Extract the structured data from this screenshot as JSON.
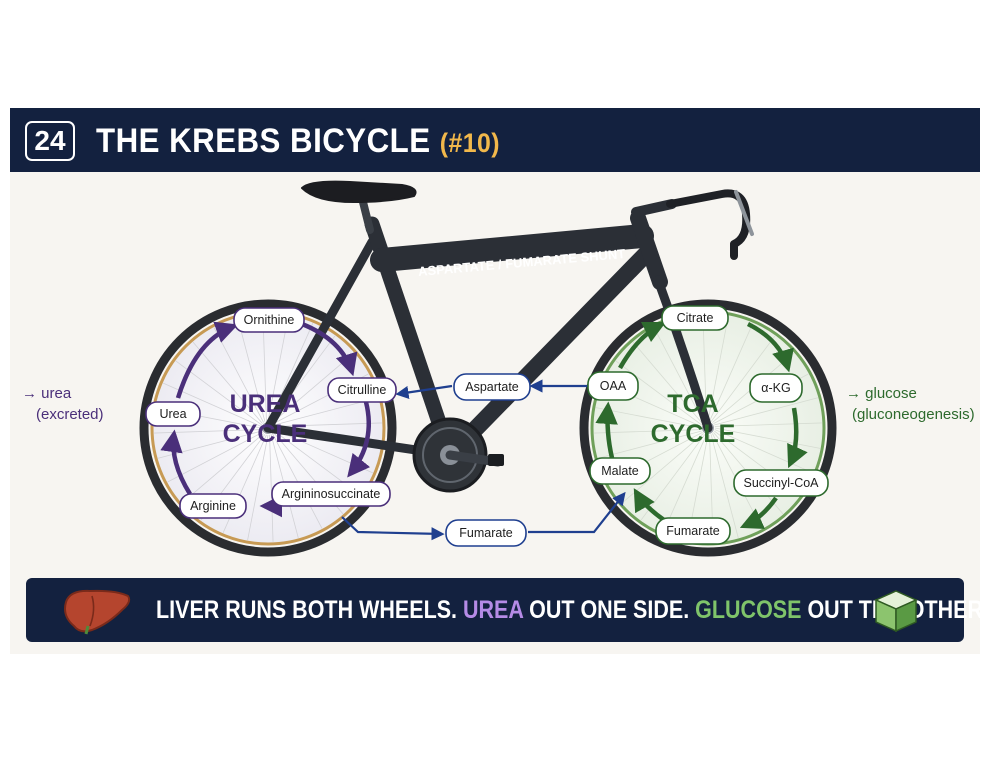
{
  "header": {
    "number": "24",
    "title": "THE KREBS BICYCLE",
    "tag": "(#10)"
  },
  "frame_label": "ASPARTATE / FUMARATE SHUNT",
  "urea_cycle": {
    "title_line1": "UREA",
    "title_line2": "CYCLE",
    "color": "#4a2f7a",
    "nodes": {
      "ornithine": "Ornithine",
      "citrulline": "Citrulline",
      "argininosuccinate": "Argininosuccinate",
      "arginine": "Arginine",
      "urea": "Urea"
    }
  },
  "tca_cycle": {
    "title_line1": "TCA",
    "title_line2": "CYCLE",
    "color": "#2d6a2d",
    "nodes": {
      "citrate": "Citrate",
      "akg": "α-KG",
      "succinyl_coa": "Succinyl-CoA",
      "fumarate": "Fumarate",
      "malate": "Malate",
      "oaa": "OAA"
    }
  },
  "shunt": {
    "aspartate": "Aspartate",
    "fumarate": "Fumarate",
    "color": "#1f3f8f"
  },
  "outputs": {
    "left_line1": "→ urea",
    "left_line2": "(excreted)",
    "right_line1": "→ glucose",
    "right_line2": "(gluconeogenesis)"
  },
  "footer": {
    "part1": "LIVER RUNS BOTH WHEELS. ",
    "urea": "UREA",
    "part2": " OUT ONE SIDE. ",
    "glucose": "GLUCOSE",
    "part3": " OUT THE OTHER."
  }
}
